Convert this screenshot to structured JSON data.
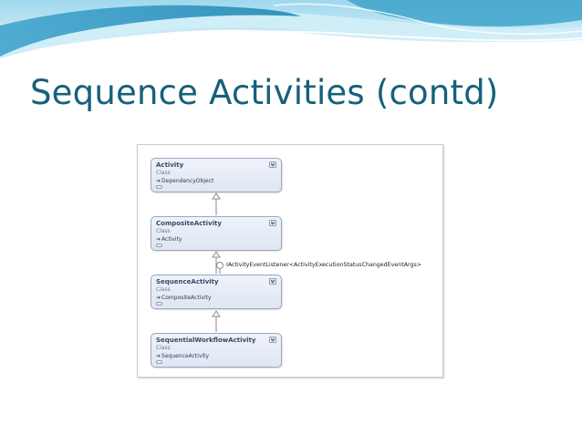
{
  "slide": {
    "title": "Sequence Activities (contd)"
  },
  "colors": {
    "title": "#17607a",
    "wave_dark": "#2a8fb8",
    "wave_light": "#bfe6f4",
    "class_fill": "#e4eaf5",
    "class_border": "#9aa8bf"
  },
  "diagram": {
    "classes": [
      {
        "name": "Activity",
        "kind": "Class",
        "base": "DependencyObject"
      },
      {
        "name": "CompositeActivity",
        "kind": "Class",
        "base": "Activity"
      },
      {
        "name": "SequenceActivity",
        "kind": "Class",
        "base": "CompositeActivity"
      },
      {
        "name": "SequentialWorkflowActivity",
        "kind": "Class",
        "base": "SequenceActivity"
      }
    ],
    "interface_label": "IActivityEventListener<ActivityExecutionStatusChangedEventArgs>"
  }
}
